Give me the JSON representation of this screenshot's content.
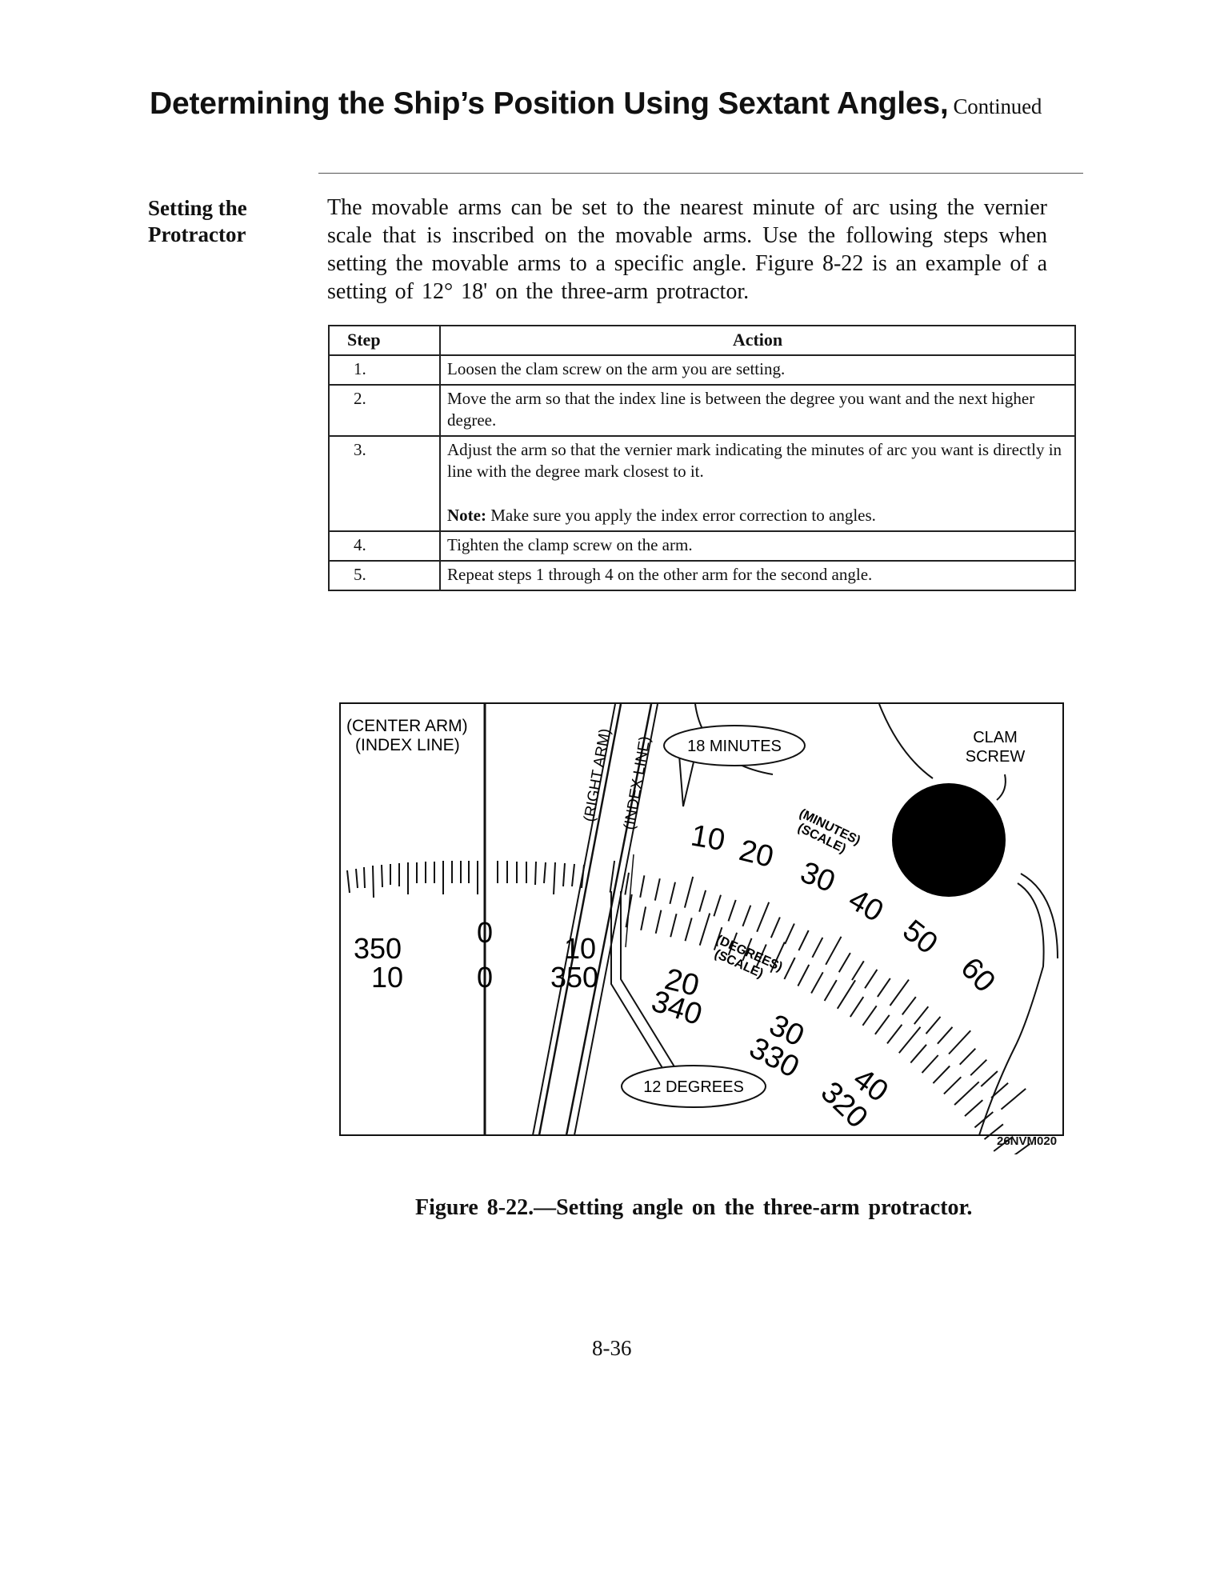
{
  "header": {
    "title": "Determining the Ship’s Position Using Sextant Angles,",
    "continued": "Continued"
  },
  "section": {
    "side_heading_line1": "Setting the",
    "side_heading_line2": "Protractor",
    "intro": "The movable arms can be set to the nearest minute of arc using the vernier scale that is inscribed on the movable arms. Use the following steps when setting the movable arms to a specific angle. Figure 8-22 is an example of a setting of 12° 18' on the three-arm protractor."
  },
  "table": {
    "col_step": "Step",
    "col_action": "Action",
    "rows": [
      {
        "step": "1.",
        "action": "Loosen the clam screw on the arm you are setting."
      },
      {
        "step": "2.",
        "action": "Move the arm so that the index line is between the degree you want and the next higher degree."
      },
      {
        "step": "3.",
        "action": "Adjust the arm so that the vernier mark indicating the minutes of arc you want is directly in line with the degree mark closest to it.",
        "note_label": "Note:",
        "note_text": " Make sure you apply the index error correction to angles."
      },
      {
        "step": "4.",
        "action": "Tighten the clamp screw on the arm."
      },
      {
        "step": "5.",
        "action": "Repeat steps 1 through 4 on the other arm for the second angle."
      }
    ]
  },
  "figure": {
    "center_arm_label": "(CENTER ARM)",
    "index_line_label": "(INDEX LINE)",
    "right_arm_label": "(RIGHT ARM)",
    "right_index_label": "(INDEX LINE)",
    "minutes_callout": "18 MINUTES",
    "degrees_callout": "12 DEGREES",
    "clam_screw_line1": "CLAM",
    "clam_screw_line2": "SCREW",
    "minutes_scale_line1": "(MINUTES)",
    "minutes_scale_line2": "(SCALE)",
    "degrees_scale_line1": "(DEGREES)",
    "degrees_scale_line2": "(SCALE)",
    "left_top_number": "350",
    "left_bottom_number": "10",
    "center_top_number": "0",
    "center_bottom_number": "0",
    "arm_top_number": "10",
    "arm_bottom_number": "350",
    "minute_numbers": [
      "10",
      "20",
      "30",
      "40",
      "50",
      "60"
    ],
    "degree_top_numbers": [
      "20",
      "30",
      "40"
    ],
    "degree_bottom_numbers": [
      "340",
      "330",
      "320"
    ],
    "figure_id": "26NVM020",
    "caption": "Figure 8-22.—Setting angle on the three-arm protractor."
  },
  "footer": {
    "page_number": "8-36"
  }
}
